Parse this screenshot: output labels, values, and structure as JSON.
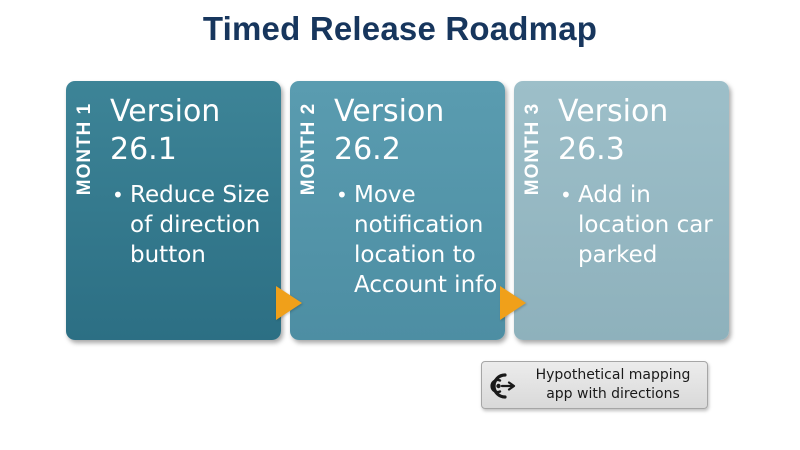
{
  "title": "Timed Release Roadmap",
  "stages": [
    {
      "month": "MONTH 1",
      "version_word": "Version",
      "version_number": "26.1",
      "bullet": "Reduce Size of direction button"
    },
    {
      "month": "MONTH 2",
      "version_word": "Version",
      "version_number": "26.2",
      "bullet": "Move notification location to Account info"
    },
    {
      "month": "MONTH 3",
      "version_word": "Version",
      "version_number": "26.3",
      "bullet": "Add in location car parked"
    }
  ],
  "bullet_glyph": "•",
  "note": {
    "icon": "mapping-app-icon",
    "text": "Hypothetical mapping app with directions"
  },
  "colors": {
    "title": "#17365d",
    "stage1": "#2c6f84",
    "stage2": "#4d8ea3",
    "stage3": "#8eb1bc",
    "arrow": "#f0a01a"
  }
}
